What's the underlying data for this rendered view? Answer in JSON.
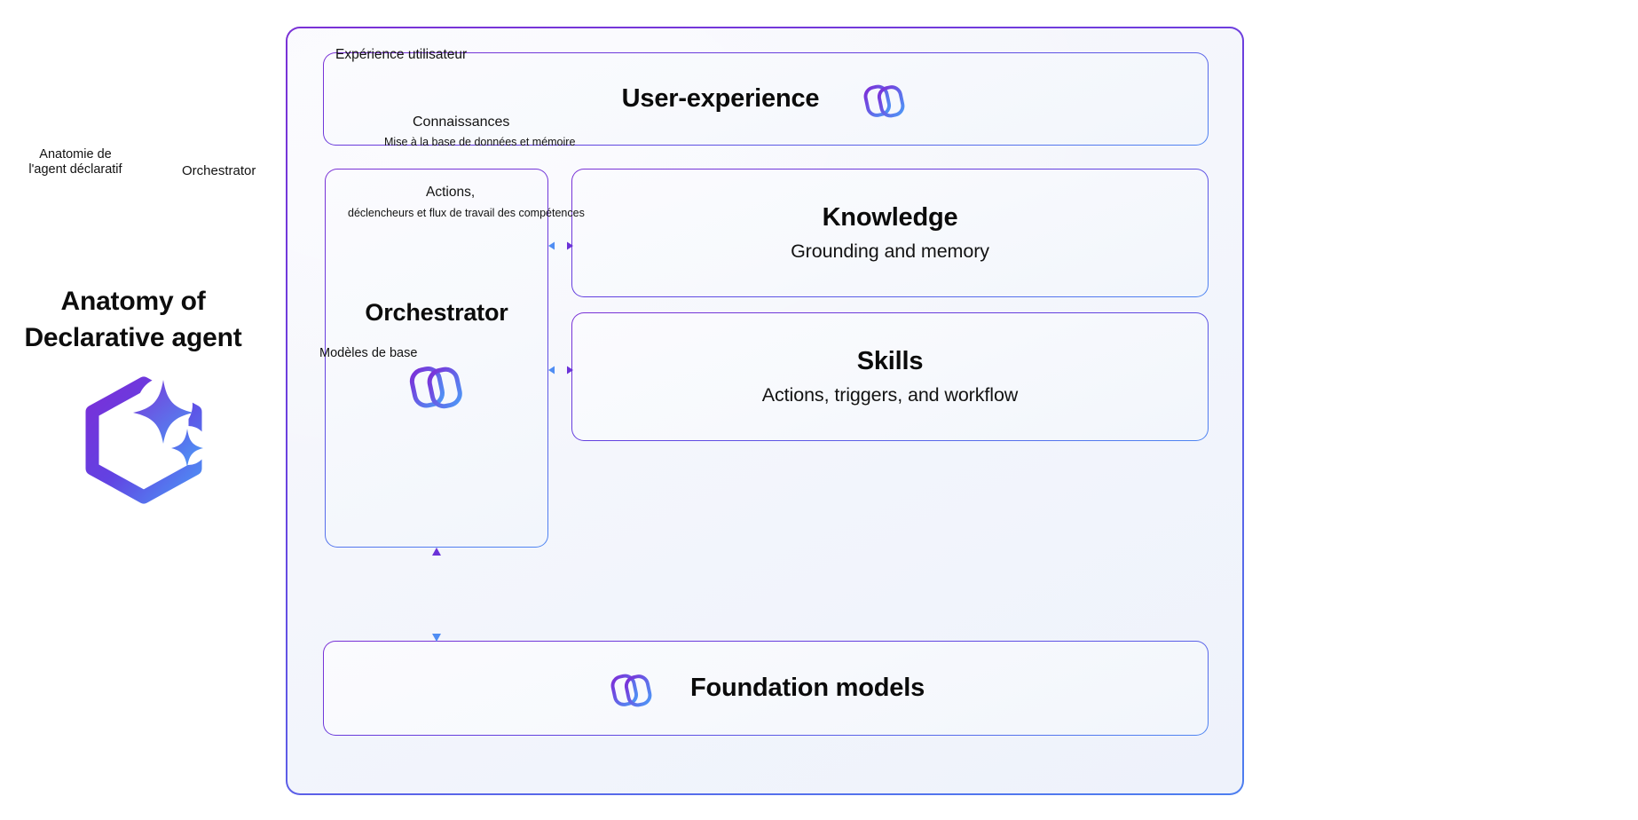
{
  "left_panel": {
    "title_line1": "Anatomy of",
    "title_line2": "Declarative agent",
    "logo_name": "hexagon-sparkle-logo"
  },
  "french_overlay": {
    "anatomy_line1": "Anatomie de",
    "anatomy_line2": "l'agent déclaratif",
    "orchestrator": "Orchestrator",
    "user_experience": "Expérience utilisateur",
    "knowledge": "Connaissances",
    "knowledge_sub": "Mise à la base de données et mémoire",
    "actions": "Actions,",
    "actions_sub": "déclencheurs et flux de travail des compétences",
    "foundation": "Modèles de base"
  },
  "diagram": {
    "cards": [
      {
        "id": "user-experience",
        "title": "User-experience",
        "subtitle": "",
        "logo": "copilot-logo",
        "logo_position": "right"
      },
      {
        "id": "orchestrator",
        "title": "Orchestrator",
        "subtitle": "",
        "logo": "copilot-logo",
        "logo_position": "below"
      },
      {
        "id": "knowledge",
        "title": "Knowledge",
        "subtitle": "Grounding and memory",
        "logo": "",
        "logo_position": ""
      },
      {
        "id": "skills",
        "title": "Skills",
        "subtitle": "Actions, triggers, and workflow",
        "logo": "",
        "logo_position": ""
      },
      {
        "id": "foundation-models",
        "title": "Foundation models",
        "subtitle": "",
        "logo": "copilot-logo",
        "logo_position": "left"
      }
    ],
    "connectors": [
      {
        "id": "orchestrator-knowledge",
        "type": "double-arrow-horizontal"
      },
      {
        "id": "orchestrator-skills",
        "type": "double-arrow-horizontal"
      },
      {
        "id": "orchestrator-foundation",
        "type": "double-arrow-vertical"
      }
    ]
  },
  "colors": {
    "accent_purple": "#7a31d6",
    "accent_blue": "#4d8df2",
    "card_fill": "#f8f9fd",
    "shell_fill": "#f1f4fb",
    "text": "#0d0d0d",
    "page_bg": "#ffffff"
  }
}
